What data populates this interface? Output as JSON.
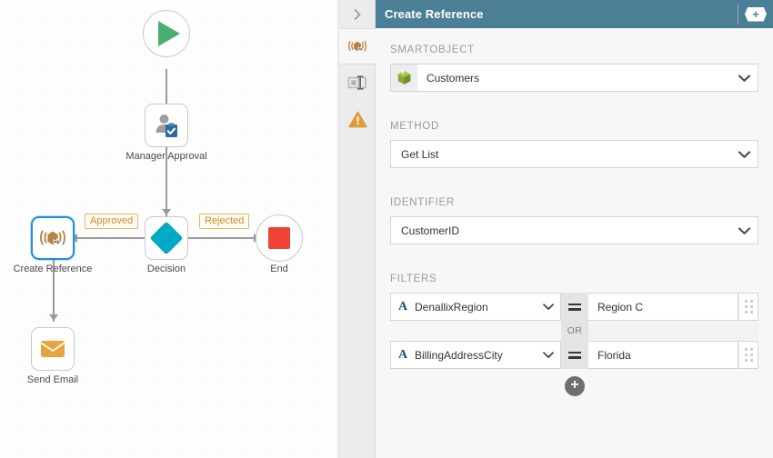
{
  "canvas": {
    "nodes": [
      {
        "id": "start",
        "label": "",
        "icon": "play-icon",
        "shape": "circle"
      },
      {
        "id": "manager",
        "label": "Manager Approval",
        "icon": "user-task-icon",
        "shape": "rounded-square"
      },
      {
        "id": "createref",
        "label": "Create Reference",
        "icon": "smartobject-reference-icon",
        "shape": "rounded-square",
        "selected": true
      },
      {
        "id": "decision",
        "label": "Decision",
        "icon": "decision-diamond-icon",
        "shape": "rounded-square"
      },
      {
        "id": "end",
        "label": "End",
        "icon": "stop-icon",
        "shape": "circle"
      },
      {
        "id": "sendemail",
        "label": "Send Email",
        "icon": "envelope-icon",
        "shape": "rounded-square"
      }
    ],
    "edge_labels": [
      {
        "id": "approved",
        "text": "Approved"
      },
      {
        "id": "rejected",
        "text": "Rejected"
      }
    ],
    "colors": {
      "start_green": "#4caf72",
      "end_red": "#ef4136",
      "decision_teal": "#00a9c6",
      "email_orange": "#e8a33d",
      "selected_blue": "#1e8fe1",
      "edge_label_border": "#e8b661",
      "edge_label_text": "#d08a20"
    }
  },
  "panel": {
    "collapse_icon": "chevron-right-icon",
    "header": {
      "title": "Create Reference",
      "add_icon": "plus-icon",
      "background": "#4a7f96"
    },
    "rail_tabs": [
      {
        "id": "reference",
        "icon": "smartobject-reference-icon",
        "active": true
      },
      {
        "id": "rename",
        "icon": "rename-icon",
        "active": false
      },
      {
        "id": "warnings",
        "icon": "warning-triangle-icon",
        "active": false
      }
    ],
    "fields": [
      {
        "id": "smartobject",
        "label": "SMARTOBJECT",
        "icon": "smartobject-box-icon",
        "value": "Customers",
        "chevron": "chevron-down-icon"
      },
      {
        "id": "method",
        "label": "METHOD",
        "icon": null,
        "value": "Get List",
        "chevron": "chevron-down-icon"
      },
      {
        "id": "identifier",
        "label": "IDENTIFIER",
        "icon": null,
        "value": "CustomerID",
        "chevron": "chevron-down-icon"
      }
    ],
    "filters": {
      "label": "FILTERS",
      "join_operator": "OR",
      "add_icon": "plus-icon",
      "rows": [
        {
          "type_icon": "A",
          "field": "DenallixRegion",
          "chevron": "chevron-down-icon",
          "operator": "equals-icon",
          "value": "Region C",
          "handle": "drag-handle-icon"
        },
        {
          "type_icon": "A",
          "field": "BillingAddressCity",
          "chevron": "chevron-down-icon",
          "operator": "equals-icon",
          "value": "Florida",
          "handle": "drag-handle-icon"
        }
      ]
    }
  }
}
